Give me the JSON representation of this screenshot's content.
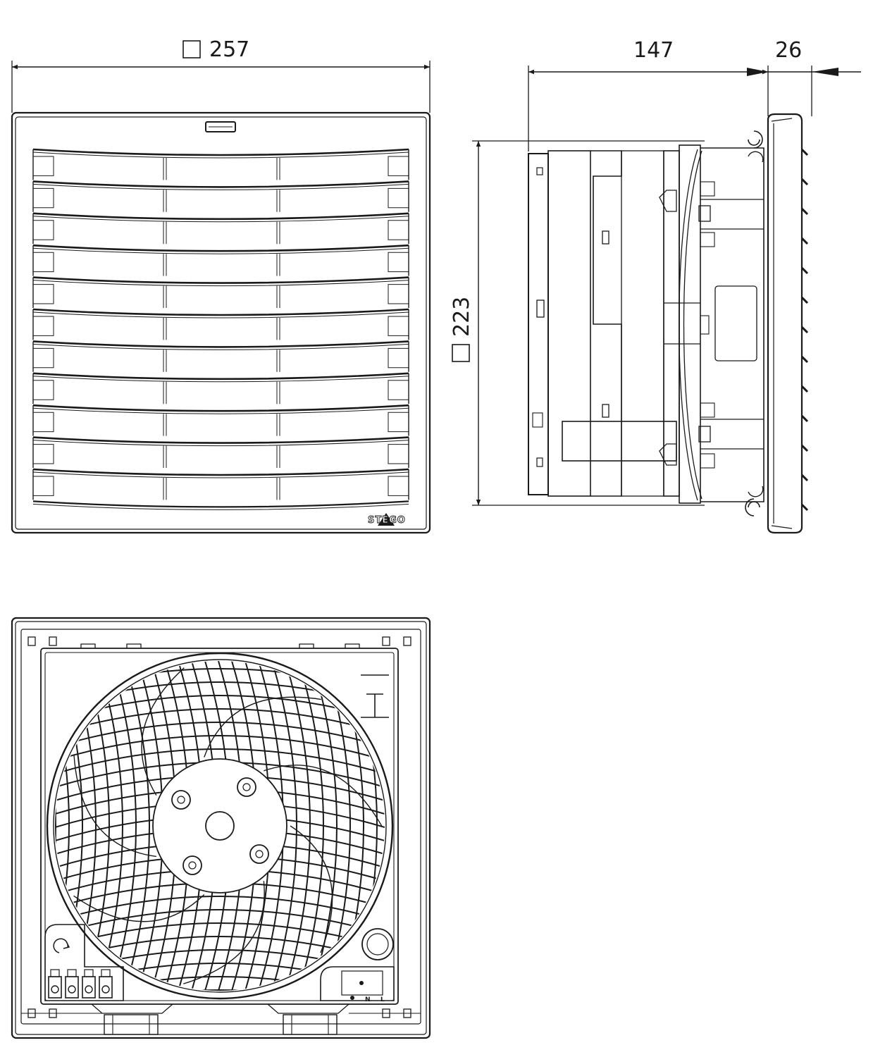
{
  "dimensions": {
    "width": {
      "symbol": "square",
      "value": "257"
    },
    "height": {
      "symbol": "square",
      "value": "223"
    },
    "depth": {
      "value": "147"
    },
    "frame_depth": {
      "value": "26"
    }
  },
  "logo": {
    "text": "STEGO"
  },
  "terminal_labels": [
    "N",
    "L"
  ]
}
